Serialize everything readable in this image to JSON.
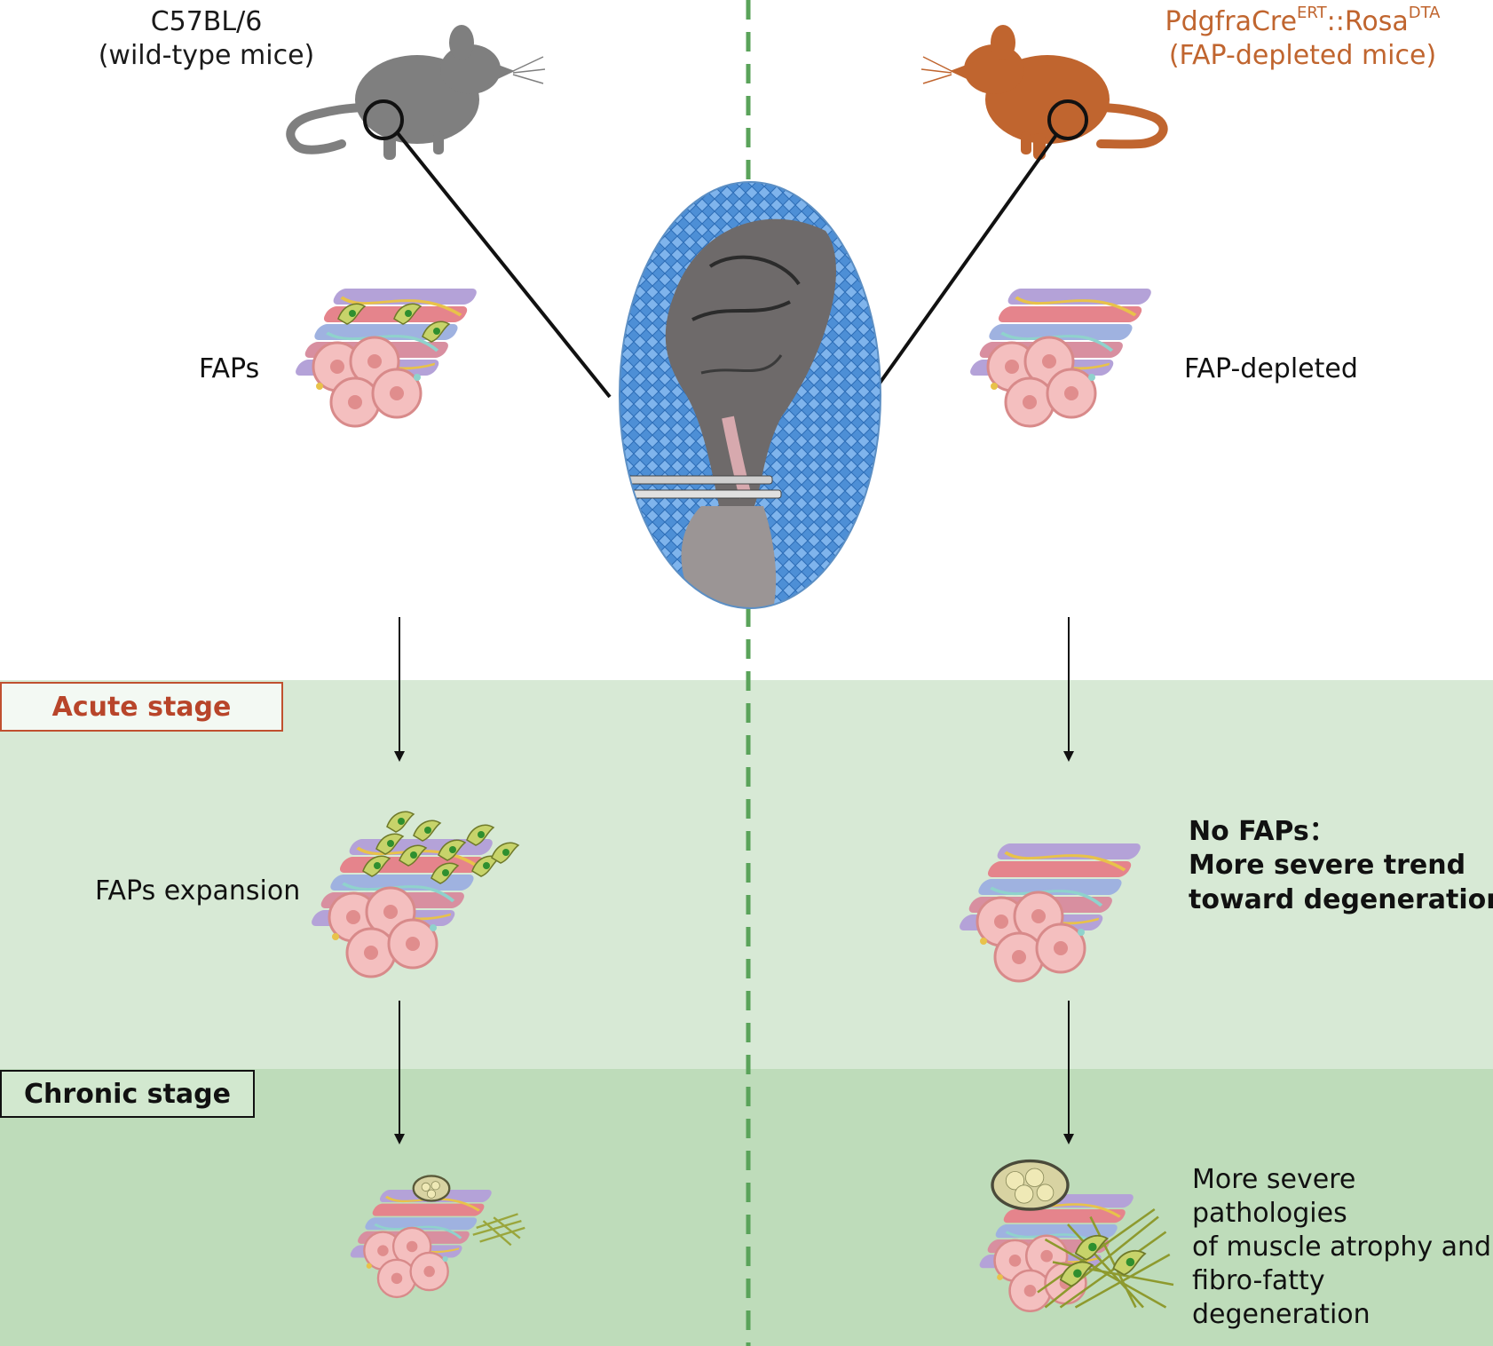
{
  "left": {
    "strain_line1": "C57BL/6",
    "strain_line2": "(wild-type mice)",
    "baseline_label": "FAPs",
    "acute_label": "FAPs expansion"
  },
  "right": {
    "strain_base1": "PdgfraCre",
    "strain_sup1": "ERT",
    "strain_sep": "::",
    "strain_base2": "Rosa",
    "strain_sup2": "DTA",
    "strain_line2": "(FAP-depleted mice)",
    "baseline_label": "FAP-depleted",
    "acute_line1": "No FAPs：",
    "acute_line2": "More severe trend",
    "acute_line3": "toward degeneration",
    "chronic_line1": "More severe",
    "chronic_line2": "pathologies",
    "chronic_line3": "of muscle atrophy and",
    "chronic_line4": "fibro-fatty",
    "chronic_line5": "degeneration"
  },
  "stages": {
    "acute": "Acute stage",
    "chronic": "Chronic stage"
  },
  "colors": {
    "wild_type_mouse": "#7f7f7f",
    "fap_depleted_mouse": "#c0652f",
    "acute_band": "#d7e9d5",
    "chronic_band": "#bedcba",
    "divider": "#5aa35a",
    "acute_text": "#b8452a",
    "fap_cell": "#b8c55a",
    "muscle_fiber": "#f3c3c3"
  },
  "icons": {
    "wild_type_mouse": "mouse-icon",
    "fap_depleted_mouse": "mouse-icon",
    "tail_photo": "mouse-tail-surgery-photo",
    "muscle_bundle": "muscle-fiber-bundle-icon"
  }
}
